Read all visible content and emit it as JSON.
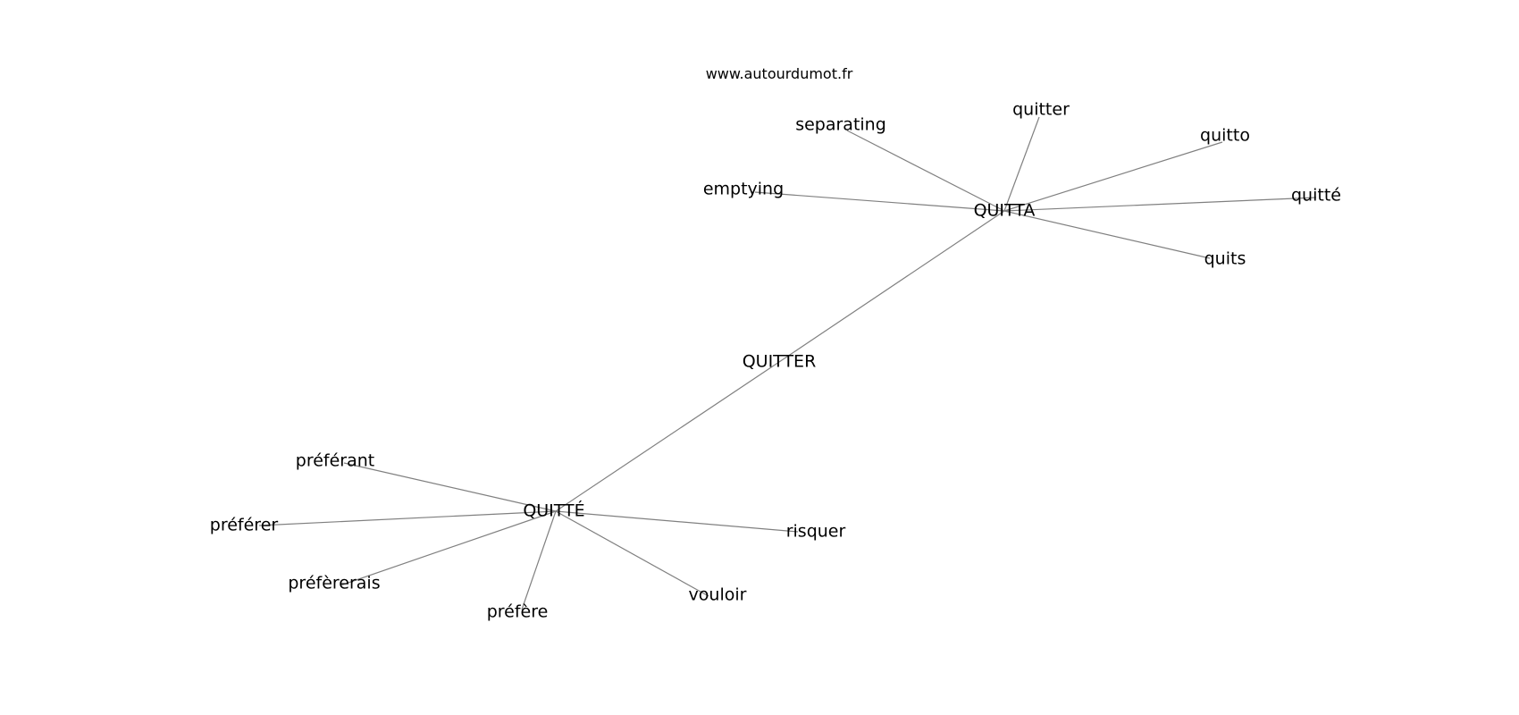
{
  "source": "www.autourdumot.fr",
  "nodes": [
    {
      "id": "quitter_main",
      "label": "QUITTER"
    },
    {
      "id": "quitta",
      "label": "QUITTA"
    },
    {
      "id": "quitte_main",
      "label": "QUITTÉ"
    },
    {
      "id": "separating",
      "label": "separating"
    },
    {
      "id": "quitter",
      "label": "quitter"
    },
    {
      "id": "quitto",
      "label": "quitto"
    },
    {
      "id": "emptying",
      "label": "emptying"
    },
    {
      "id": "quitte",
      "label": "quitté"
    },
    {
      "id": "quits",
      "label": "quits"
    },
    {
      "id": "preferant",
      "label": "préférant"
    },
    {
      "id": "preferer",
      "label": "préférer"
    },
    {
      "id": "prefererais",
      "label": "préfèrerais"
    },
    {
      "id": "prefere",
      "label": "préfère"
    },
    {
      "id": "vouloir",
      "label": "vouloir"
    },
    {
      "id": "risquer",
      "label": "risquer"
    }
  ],
  "edges": [
    {
      "from": "quitta",
      "to": "quitter_main"
    },
    {
      "from": "quitter_main",
      "to": "quitte_main"
    },
    {
      "from": "quitta",
      "to": "separating"
    },
    {
      "from": "quitta",
      "to": "quitter"
    },
    {
      "from": "quitta",
      "to": "quitto"
    },
    {
      "from": "quitta",
      "to": "emptying"
    },
    {
      "from": "quitta",
      "to": "quitte"
    },
    {
      "from": "quitta",
      "to": "quits"
    },
    {
      "from": "quitte_main",
      "to": "preferant"
    },
    {
      "from": "quitte_main",
      "to": "preferer"
    },
    {
      "from": "quitte_main",
      "to": "prefererais"
    },
    {
      "from": "quitte_main",
      "to": "prefere"
    },
    {
      "from": "quitte_main",
      "to": "vouloir"
    },
    {
      "from": "quitte_main",
      "to": "risquer"
    }
  ]
}
